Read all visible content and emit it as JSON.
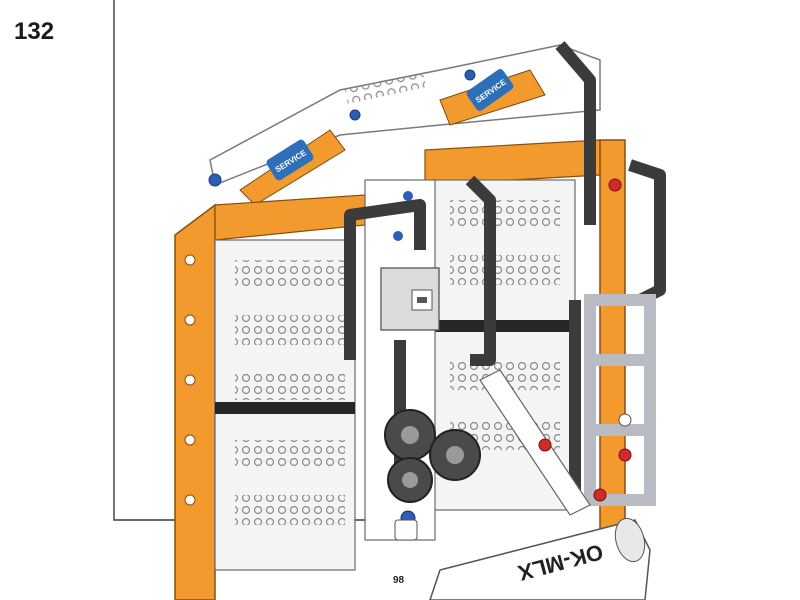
{
  "step": {
    "number": "132"
  },
  "page": {
    "number": "98"
  },
  "model": {
    "decal_text": "OK-MLX",
    "sign_text": "SERVICE",
    "colors": {
      "orange": "#f39a2e",
      "dark_gray": "#3b3b3b",
      "light_gray": "#c9ccd0",
      "white": "#ffffff",
      "blue": "#2a5fb4",
      "red": "#d02a2a"
    }
  }
}
